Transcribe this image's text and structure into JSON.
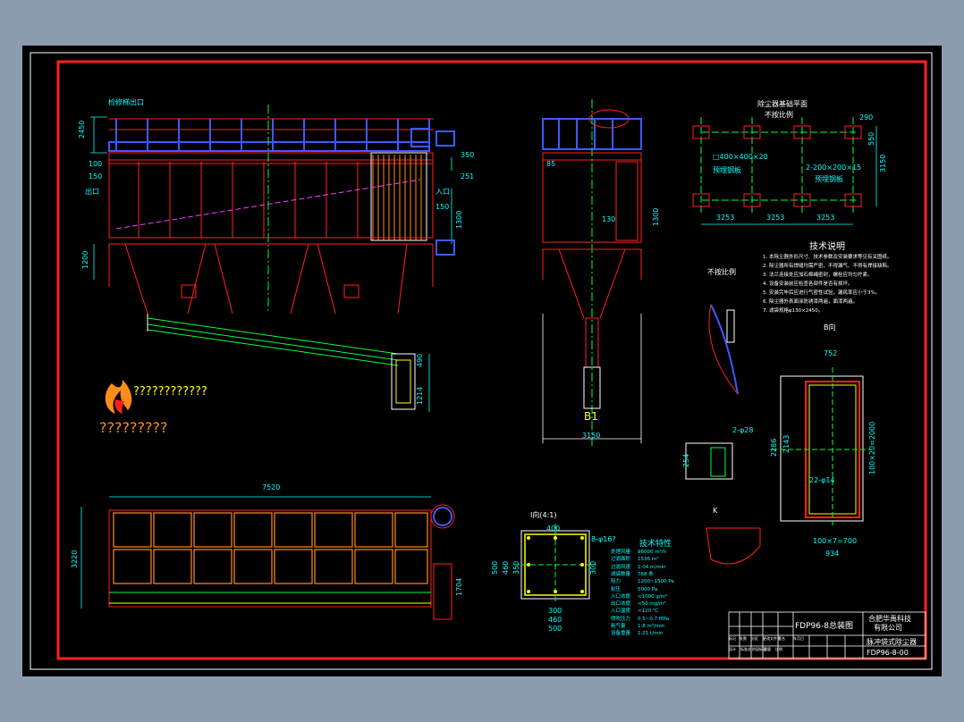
{
  "drawing": {
    "main_title": "FDP96-8总装图",
    "drawing_no": "FDP96-8-00",
    "company": [
      "合肥华禹科技",
      "有限公司"
    ],
    "product": "脉冲袋式除尘器",
    "side_label": "B1",
    "inlet": "入口",
    "outlet": "出口",
    "top_note": "检修梯出口",
    "foundation_title": "除尘器基础平面",
    "scale_note": "不按比例",
    "tech_notes_title": "技术说明",
    "tech_params_title": "技术特性",
    "detail_b_title": "B向",
    "detail_i_title": "I向(4:1)",
    "detail_k_title": "K",
    "legend_question_a": "????????????",
    "legend_question_b": "?????????"
  },
  "dims": {
    "total_length": "7520",
    "width_3220": "3220",
    "side_width": "3150",
    "h_2450": "2450",
    "h_1200": "1200",
    "h_1300": "1300",
    "h_1214": "1214",
    "h_1704": "1704",
    "d_100": "100",
    "d_150": "150",
    "d_350": "350",
    "d_251": "251",
    "d_85": "85",
    "d_130": "130",
    "d_490": "490",
    "d_3253": "3253",
    "d_290": "290",
    "d_550": "550",
    "d_3150b": "3150",
    "plate_a": "□400×400×20",
    "plate_b": "2-200×200×15",
    "embed": "预埋钢板",
    "d_400": "400",
    "d_300": "300",
    "d_460": "460",
    "d_500": "500",
    "d_350b": "350",
    "holes": "8-φ16?",
    "d_752": "752",
    "d_2286": "2286",
    "d_2143": "2143",
    "d_934": "934",
    "pitch_h": "100×7=700",
    "pitch_v": "100×20=2000",
    "d_254": "254",
    "hole2": "2-φ28",
    "hole3": "22-φ14"
  },
  "notes": [
    "1. 本除尘器外形尺寸、技术参数及安装要求等见有关图纸。",
    "2. 除尘器所有焊缝均需严密、不得漏气、不得有焊接缺陷。",
    "3. 法兰连接处应加石棉绳密封，螺栓应均匀拧紧。",
    "4. 设备安装前应检查各部件是否有损坏。",
    "5. 安装完毕后应进行气密性试验，漏风率应小于3%。",
    "6. 除尘器外表面涂防锈漆两遍，面漆两遍。",
    "7. 滤袋规格φ130×2450。"
  ],
  "params": [
    [
      "处理风量",
      "96000 m³/h"
    ],
    [
      "过滤面积",
      "1536 m²"
    ],
    [
      "过滤风速",
      "1.04 m/min"
    ],
    [
      "滤袋数量",
      "768 条"
    ],
    [
      "阻力",
      "1200~1500 Pa"
    ],
    [
      "耐压",
      "5000 Pa"
    ],
    [
      "入口浓度",
      "<1000 g/m³"
    ],
    [
      "出口浓度",
      "<50 mg/m³"
    ],
    [
      "入口温度",
      "<120 ℃"
    ],
    [
      "喷吹压力",
      "0.5~0.7 MPa"
    ],
    [
      "耗气量",
      "1.8 m³/min"
    ],
    [
      "设备重量",
      "1.21 t/min"
    ]
  ],
  "title_block": {
    "row_labels": [
      "标记",
      "处数",
      "分区",
      "更改文件号",
      "签名",
      "年月日"
    ],
    "sign_labels": [
      "设计",
      "标准化",
      "阶段标记",
      "重量",
      "比例"
    ]
  },
  "colors": {
    "background": "#000000",
    "frame_red": "#ff2020",
    "cyan": "#00ffff",
    "white": "#ffffff",
    "green": "#00ff3c",
    "blue": "#3c5aff",
    "yellow": "#ffff00",
    "magenta": "#ff3cff",
    "orange": "#ff8c1a"
  }
}
